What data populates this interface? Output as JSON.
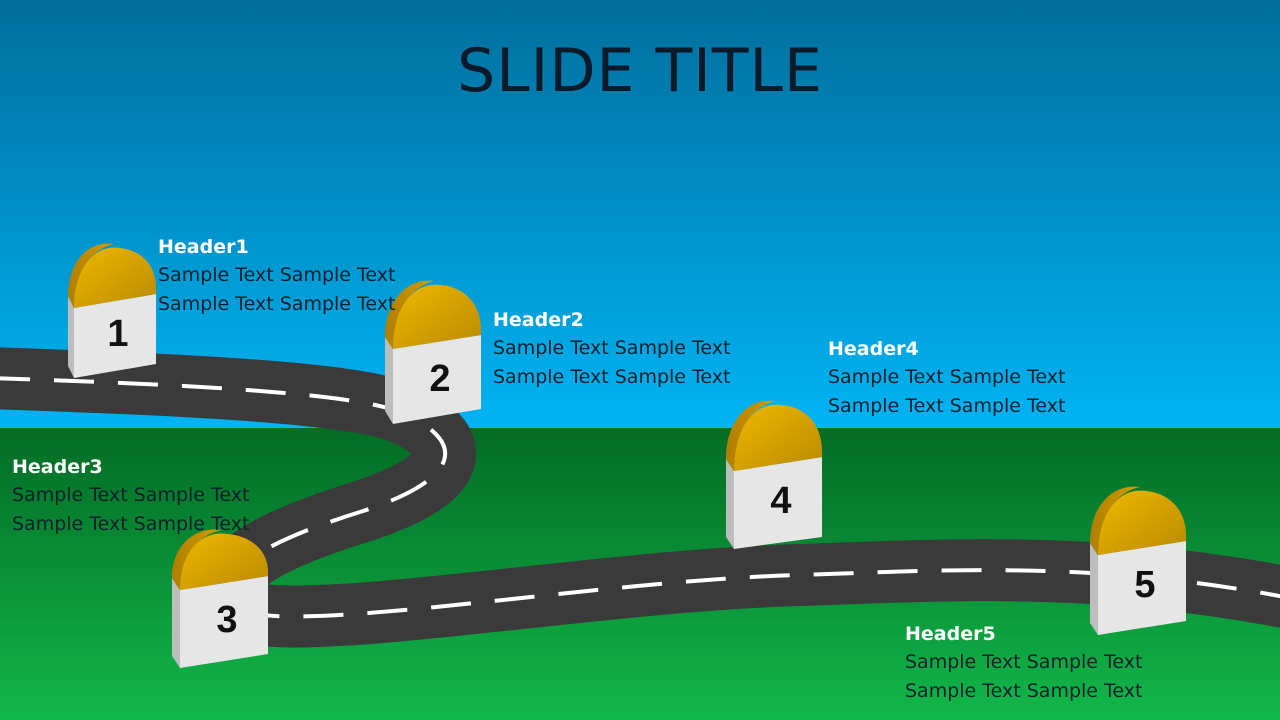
{
  "slide": {
    "title": "SLIDE TITLE"
  },
  "milestones": [
    {
      "number": "1",
      "header": "Header1",
      "line1": "Sample Text Sample Text",
      "line2": "Sample Text Sample Text"
    },
    {
      "number": "2",
      "header": "Header2",
      "line1": "Sample Text Sample Text",
      "line2": "Sample Text Sample Text"
    },
    {
      "number": "3",
      "header": "Header3",
      "line1": "Sample Text Sample Text",
      "line2": "Sample Text Sample Text"
    },
    {
      "number": "4",
      "header": "Header4",
      "line1": "Sample Text Sample Text",
      "line2": "Sample Text Sample Text"
    },
    {
      "number": "5",
      "header": "Header5",
      "line1": "Sample Text Sample Text",
      "line2": "Sample Text Sample Text"
    }
  ],
  "colors": {
    "sky_top": "#006e9c",
    "sky_bottom": "#00b4f4",
    "grass_top": "#036b25",
    "grass_bottom": "#12b74a",
    "road": "#3a3a3a",
    "road_marking": "#ffffff",
    "stone_cap": "#d9a300",
    "stone_body": "#e6e6e6",
    "header_text": "#ffffff",
    "body_text": "#10202c"
  }
}
